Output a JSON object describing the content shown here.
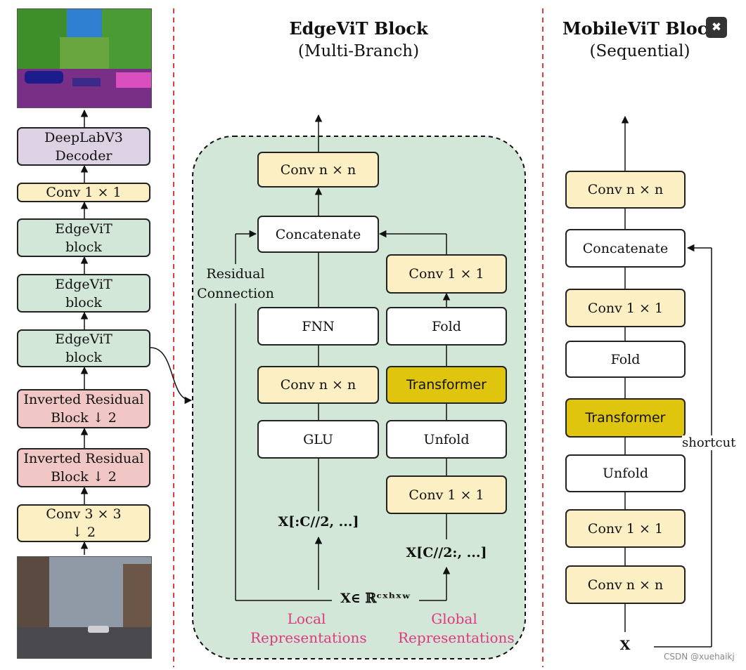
{
  "left_pipeline": {
    "decoder": "DeepLabV3\nDecoder",
    "conv1x1": "Conv 1 × 1",
    "edgevit_block_1": "EdgeViT\nblock",
    "edgevit_block_2": "EdgeViT\nblock",
    "edgevit_block_3": "EdgeViT\nblock",
    "inverted_residual_1": "Inverted Residual\nBlock ↓ 2",
    "inverted_residual_2": "Inverted Residual\nBlock ↓ 2",
    "conv3x3": "Conv 3 × 3\n↓ 2"
  },
  "edgevit": {
    "title": "EdgeViT Block",
    "subtitle": "(Multi-Branch)",
    "conv_nxn_top": "Conv n × n",
    "concatenate": "Concatenate",
    "residual_label": "Residual\nConnection",
    "fnn": "FNN",
    "conv_nxn_local": "Conv n × n",
    "glu": "GLU",
    "local_input": "X[:C//2, ...]",
    "conv1x1_global_top": "Conv 1 × 1",
    "fold": "Fold",
    "transformer": "Transformer",
    "unfold": "Unfold",
    "conv1x1_global_bottom": "Conv 1 × 1",
    "global_input": "X[C//2:, ...]",
    "input": "X∈ ℝᶜˣʰˣʷ",
    "local_label": "Local\nRepresentations",
    "global_label": "Global\nRepresentations"
  },
  "mobilevit": {
    "title": "MobileViT Block",
    "subtitle": "(Sequential)",
    "conv_nxn_top": "Conv n × n",
    "concatenate": "Concatenate",
    "conv1x1_top": "Conv 1 × 1",
    "fold": "Fold",
    "transformer": "Transformer",
    "unfold": "Unfold",
    "conv1x1_bottom": "Conv 1 × 1",
    "conv_nxn_bottom": "Conv n × n",
    "input": "X",
    "shortcut": "shortcut"
  },
  "watermark": "CSDN @xuehaikj",
  "close_button": "✖",
  "colors": {
    "yellow_box": "#fcefc3",
    "green_box": "#d2e7d8",
    "pink_box": "#f1c7c6",
    "purple_box": "#ddd2e4",
    "transformer_box": "#dfc50e",
    "divider": "#e23b3b",
    "pink_text": "#e0387f"
  }
}
